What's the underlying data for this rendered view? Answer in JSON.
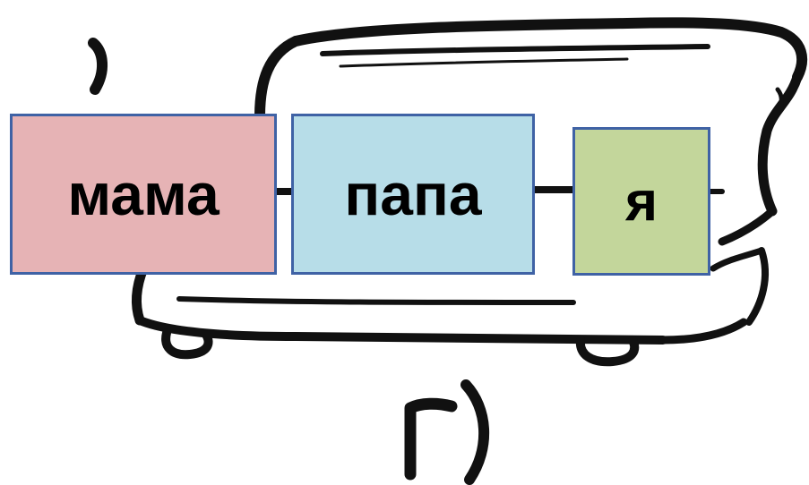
{
  "cards": [
    {
      "label": "мама",
      "color": "#e6b3b5"
    },
    {
      "label": "папа",
      "color": "#b7dde8"
    },
    {
      "label": "я",
      "color": "#c3d69b"
    }
  ],
  "card_border_color": "#3f62a5",
  "caption": "г)"
}
